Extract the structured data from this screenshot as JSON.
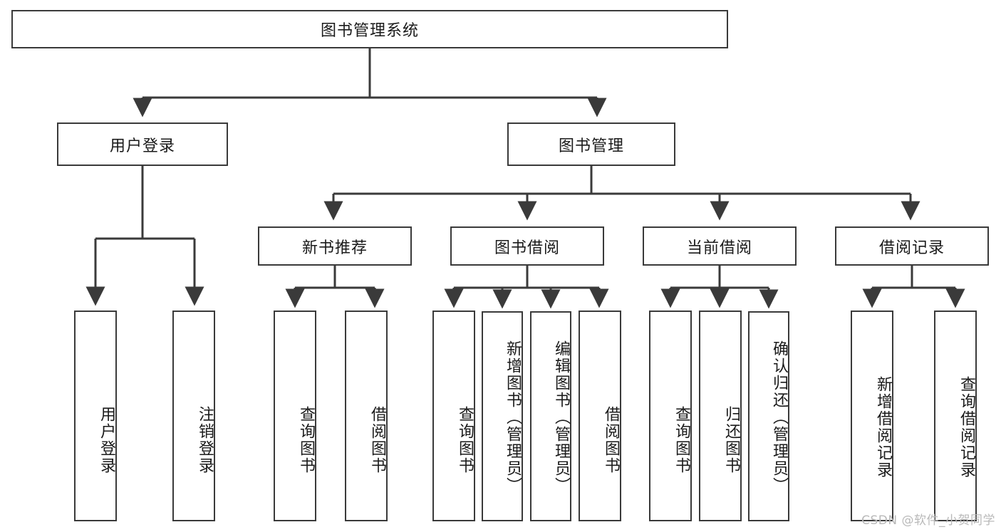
{
  "diagram": {
    "type": "hierarchy-tree",
    "title": "图书管理系统",
    "root": {
      "id": "root",
      "label": "图书管理系统",
      "orientation": "horizontal"
    },
    "level2": [
      {
        "id": "user-login",
        "label": "用户登录",
        "orientation": "horizontal"
      },
      {
        "id": "book-manage",
        "label": "图书管理",
        "orientation": "horizontal"
      }
    ],
    "level3": [
      {
        "id": "new-book-recommend",
        "label": "新书推荐",
        "orientation": "horizontal"
      },
      {
        "id": "book-borrow",
        "label": "图书借阅",
        "orientation": "horizontal"
      },
      {
        "id": "current-borrow",
        "label": "当前借阅",
        "orientation": "horizontal"
      },
      {
        "id": "borrow-record",
        "label": "借阅记录",
        "orientation": "horizontal"
      }
    ],
    "leaves": {
      "user_login": [
        {
          "id": "leaf-user-login",
          "label": "用户登录",
          "orientation": "vertical"
        },
        {
          "id": "leaf-logout",
          "label": "注销登录",
          "orientation": "vertical"
        }
      ],
      "new_book_recommend": [
        {
          "id": "leaf-query-book-1",
          "label": "查询图书",
          "orientation": "vertical"
        },
        {
          "id": "leaf-borrow-book-1",
          "label": "借阅图书",
          "orientation": "vertical"
        }
      ],
      "book_borrow": [
        {
          "id": "leaf-query-book-2",
          "label": "查询图书",
          "orientation": "vertical"
        },
        {
          "id": "leaf-add-book",
          "label": "新增图书（管理员）",
          "orientation": "vertical"
        },
        {
          "id": "leaf-edit-book",
          "label": "编辑图书（管理员）",
          "orientation": "vertical"
        },
        {
          "id": "leaf-borrow-book-2",
          "label": "借阅图书",
          "orientation": "vertical"
        }
      ],
      "current_borrow": [
        {
          "id": "leaf-query-book-3",
          "label": "查询图书",
          "orientation": "vertical"
        },
        {
          "id": "leaf-return-book",
          "label": "归还图书",
          "orientation": "vertical"
        },
        {
          "id": "leaf-confirm-return",
          "label": "确认归还（管理员）",
          "orientation": "vertical"
        }
      ],
      "borrow_record": [
        {
          "id": "leaf-add-record",
          "label": "新增借阅记录",
          "orientation": "vertical"
        },
        {
          "id": "leaf-query-record",
          "label": "查询借阅记录",
          "orientation": "vertical"
        }
      ]
    },
    "colors": {
      "stroke": "#3a3a3a",
      "fill": "#ffffff",
      "text": "#1a1a1a",
      "watermark": "#b9b9b9"
    }
  },
  "watermark": {
    "text": "CSDN @软件_小贺同学"
  }
}
